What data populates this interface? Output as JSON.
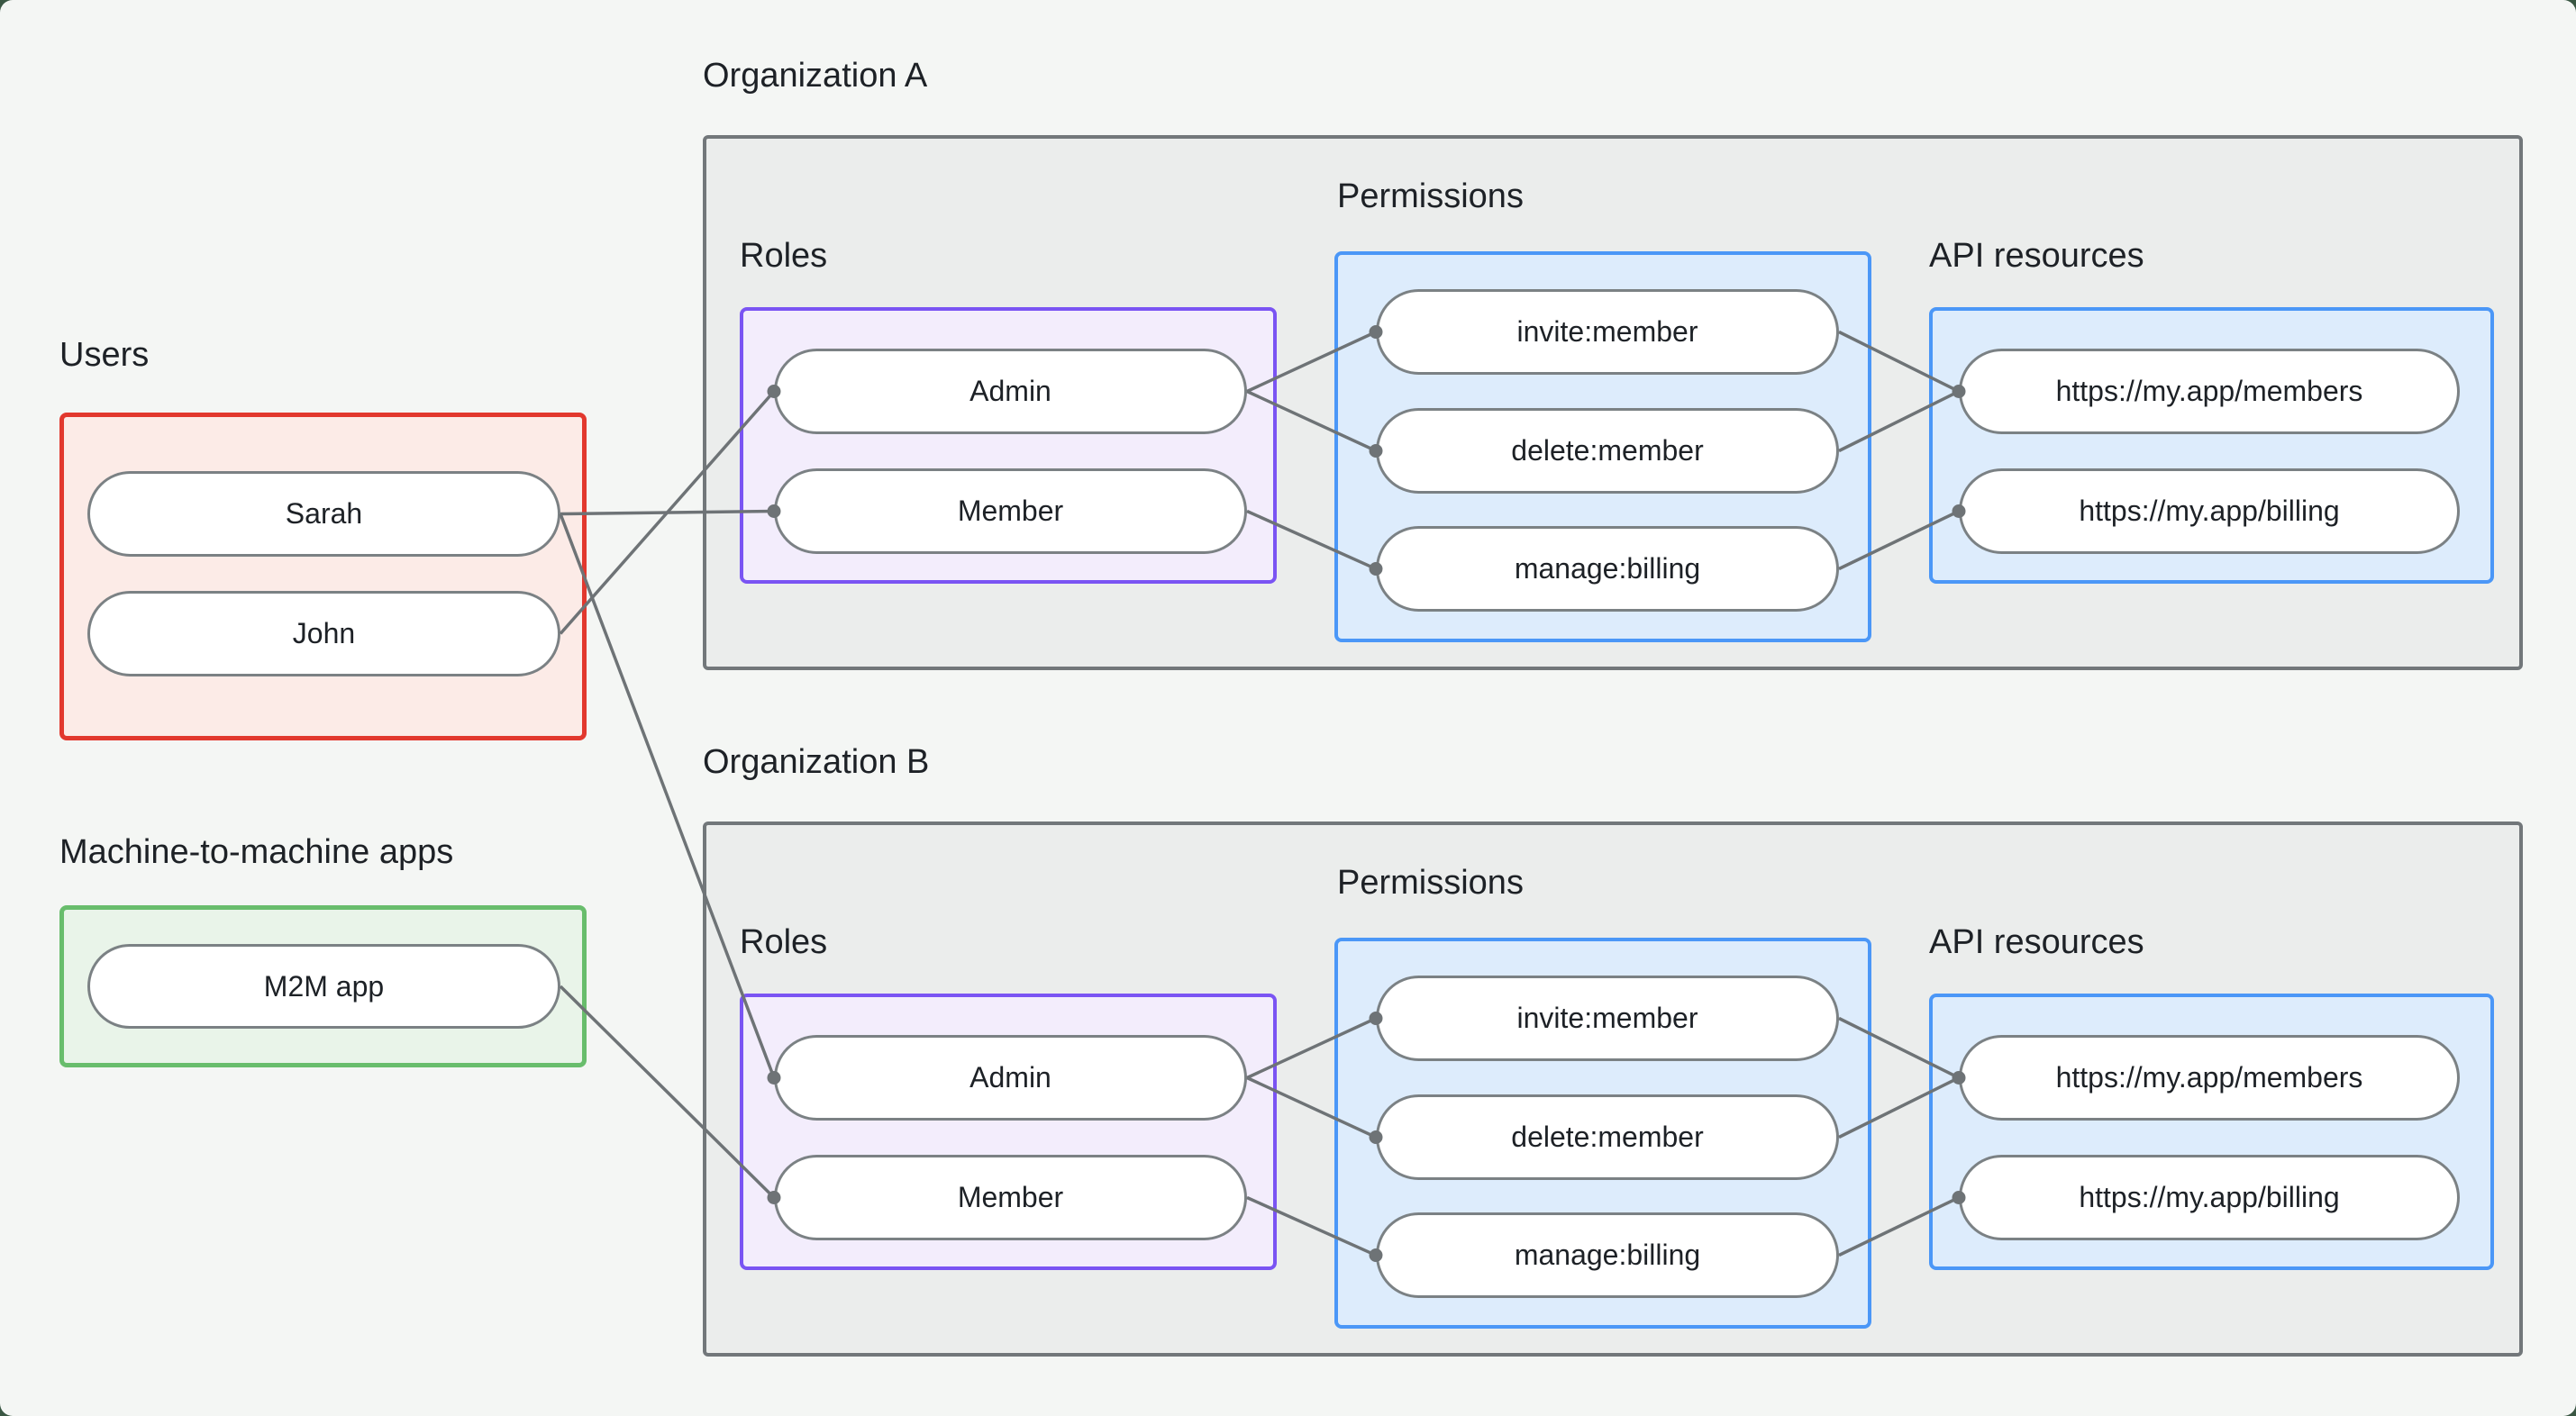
{
  "colors": {
    "connector": "#6e7376",
    "org_box_border": "#72777a",
    "org_box_bg": "#ebedec",
    "users_border": "#e2382e",
    "users_bg": "#fcebe7",
    "m2m_border": "#68bd6c",
    "m2m_bg": "#e9f4e9",
    "roles_border": "#7a54f3",
    "roles_bg": "#f3edfc",
    "permissions_border": "#4b97f7",
    "permissions_bg": "#ddecfc",
    "node_bg": "#ffffff",
    "node_border": "#7b8184",
    "text": "#1d2126",
    "canvas_bg": "#f4f6f4",
    "backdrop": "#3a5743"
  },
  "users_section": {
    "label": "Users",
    "users": [
      {
        "id": "sarah",
        "label": "Sarah"
      },
      {
        "id": "john",
        "label": "John"
      }
    ]
  },
  "m2m_section": {
    "label": "Machine-to-machine apps",
    "apps": [
      {
        "id": "m2m",
        "label": "M2M app"
      }
    ]
  },
  "organizations": [
    {
      "id": "orgA",
      "title": "Organization A",
      "roles_label": "Roles",
      "permissions_label": "Permissions",
      "api_label": "API resources",
      "roles": [
        {
          "id": "orgA-admin",
          "label": "Admin"
        },
        {
          "id": "orgA-member",
          "label": "Member"
        }
      ],
      "permissions": [
        {
          "id": "orgA-perm-0",
          "label": "invite:member"
        },
        {
          "id": "orgA-perm-1",
          "label": "delete:member"
        },
        {
          "id": "orgA-perm-2",
          "label": "manage:billing"
        }
      ],
      "api_resources": [
        {
          "id": "orgA-api-0",
          "label": "https://my.app/members"
        },
        {
          "id": "orgA-api-1",
          "label": "https://my.app/billing"
        }
      ]
    },
    {
      "id": "orgB",
      "title": "Organization B",
      "roles_label": "Roles",
      "permissions_label": "Permissions",
      "api_label": "API resources",
      "roles": [
        {
          "id": "orgB-admin",
          "label": "Admin"
        },
        {
          "id": "orgB-member",
          "label": "Member"
        }
      ],
      "permissions": [
        {
          "id": "orgB-perm-0",
          "label": "invite:member"
        },
        {
          "id": "orgB-perm-1",
          "label": "delete:member"
        },
        {
          "id": "orgB-perm-2",
          "label": "manage:billing"
        }
      ],
      "api_resources": [
        {
          "id": "orgB-api-0",
          "label": "https://my.app/members"
        },
        {
          "id": "orgB-api-1",
          "label": "https://my.app/billing"
        }
      ]
    }
  ],
  "edges": [
    {
      "from": "sarah",
      "to": "orgA-member"
    },
    {
      "from": "john",
      "to": "orgA-admin"
    },
    {
      "from": "sarah",
      "to": "orgB-admin"
    },
    {
      "from": "m2m",
      "to": "orgB-member"
    },
    {
      "from": "orgA-admin",
      "to": "orgA-perm-0"
    },
    {
      "from": "orgA-admin",
      "to": "orgA-perm-1"
    },
    {
      "from": "orgA-member",
      "to": "orgA-perm-2"
    },
    {
      "from": "orgA-perm-0",
      "to": "orgA-api-0"
    },
    {
      "from": "orgA-perm-1",
      "to": "orgA-api-0"
    },
    {
      "from": "orgA-perm-2",
      "to": "orgA-api-1"
    },
    {
      "from": "orgB-admin",
      "to": "orgB-perm-0"
    },
    {
      "from": "orgB-admin",
      "to": "orgB-perm-1"
    },
    {
      "from": "orgB-member",
      "to": "orgB-perm-2"
    },
    {
      "from": "orgB-perm-0",
      "to": "orgB-api-0"
    },
    {
      "from": "orgB-perm-1",
      "to": "orgB-api-0"
    },
    {
      "from": "orgB-perm-2",
      "to": "orgB-api-1"
    }
  ]
}
